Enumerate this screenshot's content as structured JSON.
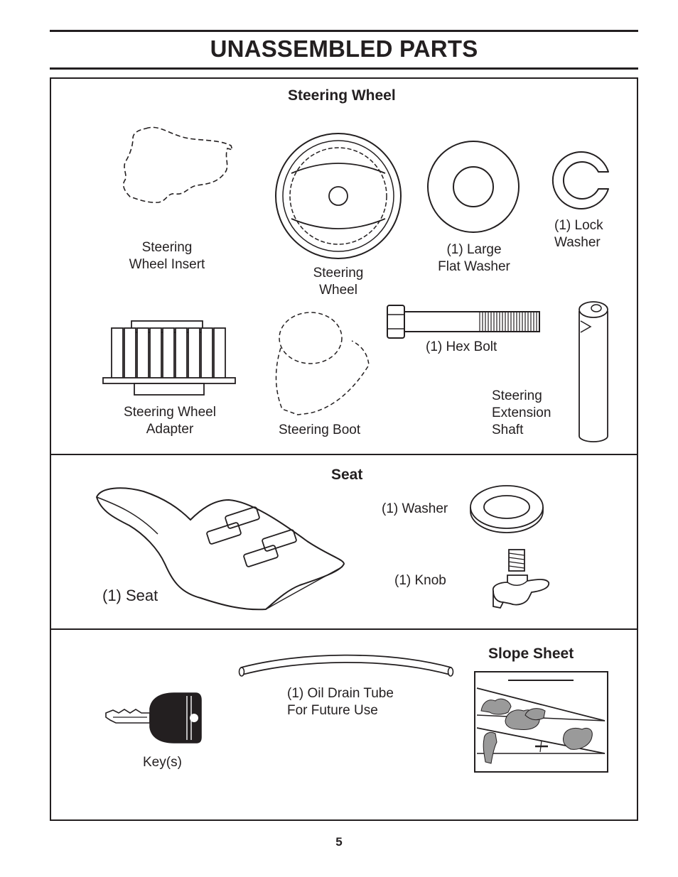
{
  "page": {
    "title": "UNASSEMBLED PARTS",
    "page_number": "5"
  },
  "sections": {
    "steering": {
      "heading": "Steering Wheel",
      "parts": {
        "wheel_insert": {
          "line1": "Steering",
          "line2": "Wheel Insert"
        },
        "wheel": {
          "line1": "Steering",
          "line2": "Wheel"
        },
        "flat_washer": {
          "line1": "(1) Large",
          "line2": "Flat Washer"
        },
        "lock_washer": {
          "line1": "(1) Lock",
          "line2": "Washer"
        },
        "hex_bolt": {
          "line1": "(1) Hex Bolt"
        },
        "adapter": {
          "line1": "Steering Wheel",
          "line2": "Adapter"
        },
        "boot": {
          "line1": "Steering Boot"
        },
        "extension_shaft": {
          "line1": "Steering",
          "line2": "Extension",
          "line3": "Shaft"
        }
      }
    },
    "seat": {
      "heading": "Seat",
      "parts": {
        "seat": {
          "line1": "(1) Seat"
        },
        "washer": {
          "line1": "(1) Washer"
        },
        "knob": {
          "line1": "(1) Knob"
        }
      }
    },
    "misc": {
      "slope_sheet_heading": "Slope Sheet",
      "parts": {
        "key": {
          "line1": "Key(s)"
        },
        "oil_drain_tube": {
          "line1": "(1) Oil Drain Tube",
          "line2": "For Future Use"
        }
      }
    }
  },
  "icons": [
    "steering-wheel-insert-icon",
    "steering-wheel-icon",
    "flat-washer-icon",
    "lock-washer-icon",
    "hex-bolt-icon",
    "steering-wheel-adapter-icon",
    "steering-boot-icon",
    "extension-shaft-icon",
    "seat-icon",
    "washer-icon",
    "knob-icon",
    "key-icon",
    "oil-drain-tube-icon",
    "slope-sheet-icon"
  ]
}
